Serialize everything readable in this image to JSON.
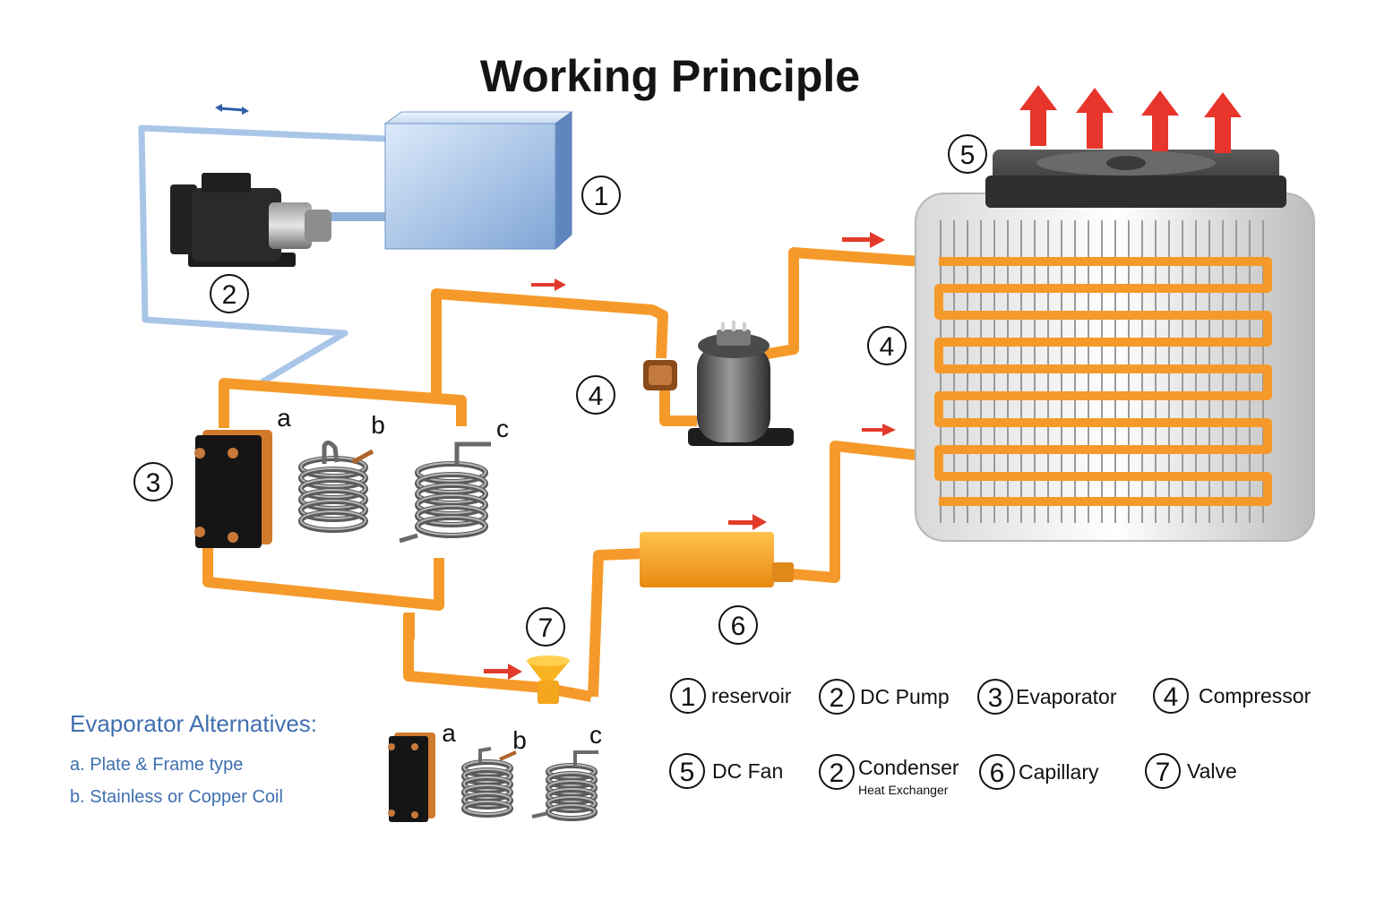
{
  "title": "Working Principle",
  "callouts": {
    "reservoir": "1",
    "pump": "2",
    "evaporator": "3",
    "compressor": "4",
    "condenser": "4",
    "fan": "5",
    "capillary": "6",
    "valve": "7"
  },
  "evaporator_variants": {
    "a": "a",
    "b": "b",
    "c": "c"
  },
  "legend": [
    {
      "num": "1",
      "label": "reservoir",
      "sub": ""
    },
    {
      "num": "2",
      "label": "DC Pump",
      "sub": ""
    },
    {
      "num": "3",
      "label": "Evaporator",
      "sub": ""
    },
    {
      "num": "4",
      "label": "Compressor",
      "sub": ""
    },
    {
      "num": "5",
      "label": "DC Fan",
      "sub": ""
    },
    {
      "num": "2",
      "label": "Condenser",
      "sub": "Heat Exchanger"
    },
    {
      "num": "6",
      "label": "Capillary",
      "sub": ""
    },
    {
      "num": "7",
      "label": "Valve",
      "sub": ""
    }
  ],
  "alternatives": {
    "title": "Evaporator Alternatives:",
    "items": [
      "a. Plate & Frame type",
      "b. Stainless or Copper Coil"
    ],
    "labels": {
      "a": "a",
      "b": "b",
      "c": "c"
    }
  },
  "colors": {
    "refrigerant_pipe": "#f59a2a",
    "water_pipe": "#a9c6e8",
    "flow_arrow": "#e23b2b",
    "alt_text": "#3f6fb0"
  }
}
